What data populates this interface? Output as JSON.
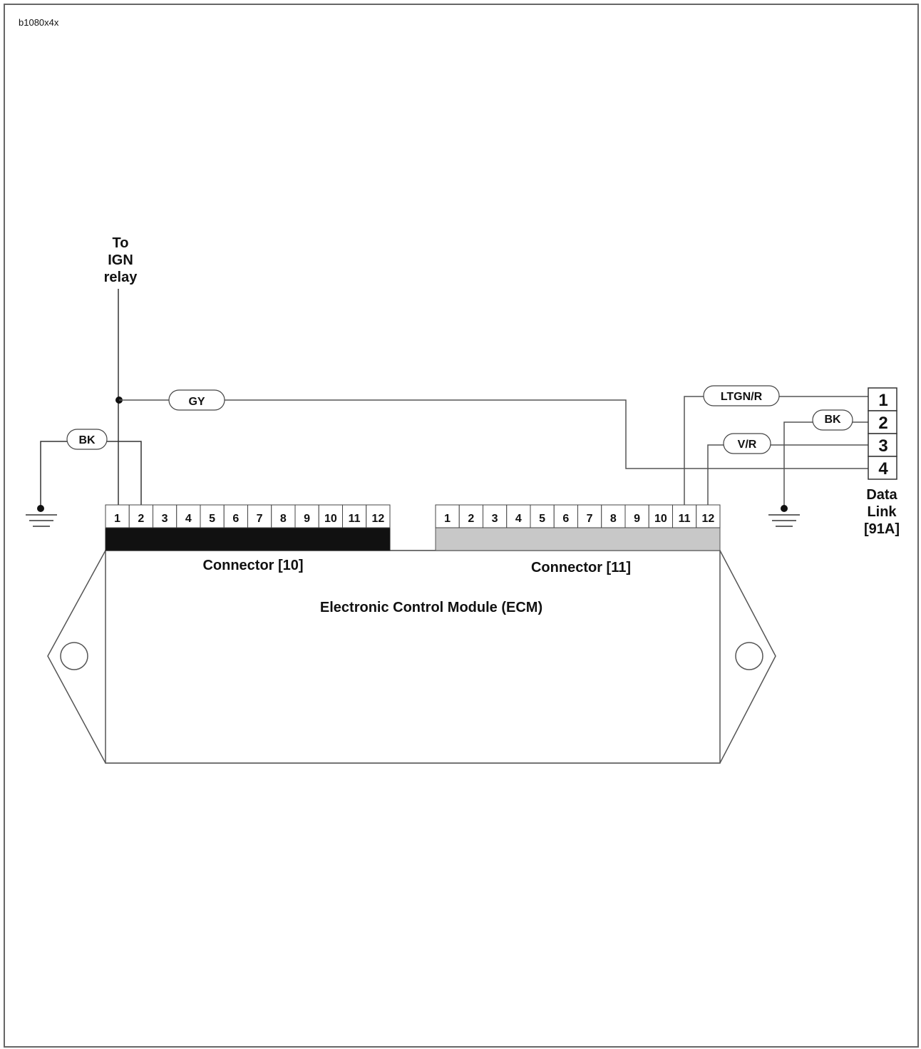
{
  "figure_id": "b1080x4x",
  "ign_label": [
    "To",
    "IGN",
    "relay"
  ],
  "wire_colors": {
    "gy": "GY",
    "bk_left": "BK",
    "ltgn_r": "LTGN/R",
    "bk_right": "BK",
    "v_r": "V/R"
  },
  "connector10": {
    "label": "Connector [10]",
    "pins": [
      "1",
      "2",
      "3",
      "4",
      "5",
      "6",
      "7",
      "8",
      "9",
      "10",
      "11",
      "12"
    ],
    "color": "#111111"
  },
  "connector11": {
    "label": "Connector [11]",
    "pins": [
      "1",
      "2",
      "3",
      "4",
      "5",
      "6",
      "7",
      "8",
      "9",
      "10",
      "11",
      "12"
    ],
    "color": "#c8c8c8"
  },
  "ecm_label": "Electronic Control Module (ECM)",
  "data_link": {
    "pins": [
      "1",
      "2",
      "3",
      "4"
    ],
    "label": [
      "Data",
      "Link",
      "[91A]"
    ]
  }
}
